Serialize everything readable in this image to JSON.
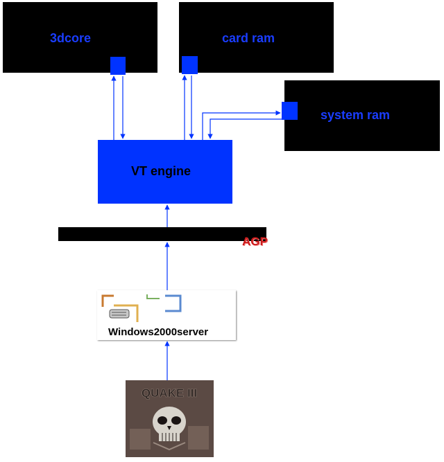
{
  "blocks": {
    "core": "3dcore",
    "card_ram": "card ram",
    "system_ram": "system ram",
    "vt_engine": "VT engine"
  },
  "bus": {
    "label": "AGP"
  },
  "os_logo": {
    "label": "Windows2000server"
  },
  "game_logo": {
    "text": "QUAKE III"
  },
  "colors": {
    "block_fill": "#000000",
    "engine_fill": "#0033ff",
    "block_text": "#1a3dff",
    "bus_label": "#cc1a1a",
    "arrows": "#0033ff"
  }
}
